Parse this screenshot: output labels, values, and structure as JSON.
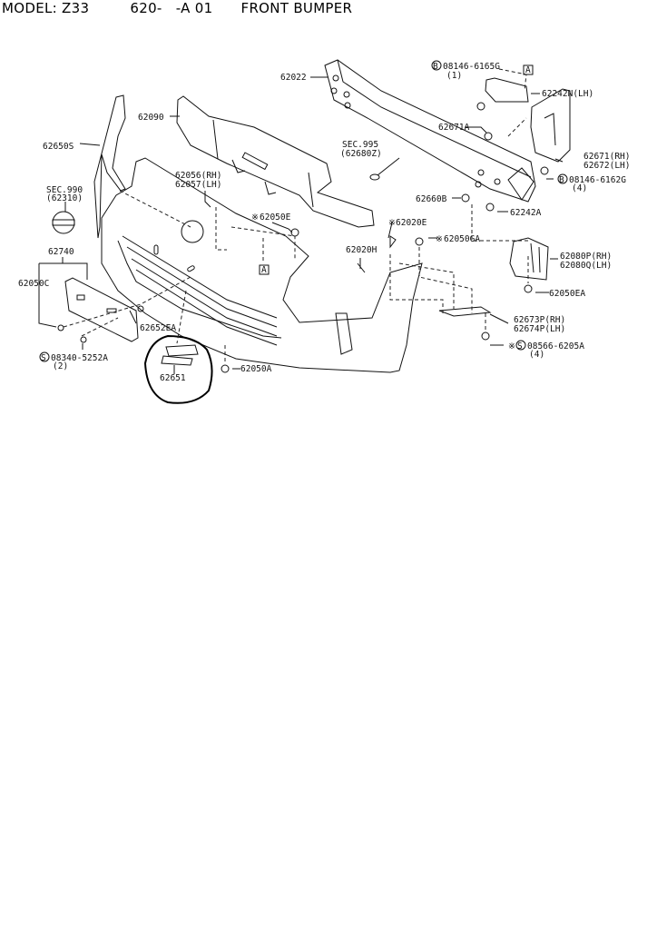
{
  "header": {
    "model": "MODEL: Z33",
    "section": "620-",
    "variant": "-A 01",
    "title": "FRONT BUMPER"
  },
  "ref_markers": {
    "ref_a": "A",
    "bolt_b": "B",
    "screw_s": "S",
    "asterisk": "※"
  },
  "parts": {
    "p62022": "62022",
    "p08146_6165G": "08146-6165G",
    "p08146_6165G_qty": "(1)",
    "p62242N": "62242N(LH)",
    "p62090": "62090",
    "p62671A": "62671A",
    "p62650S": "62650S",
    "sec995": "SEC.995",
    "sec995_ref": "(62680Z)",
    "p62671": "62671(RH)",
    "p62672": "62672(LH)",
    "p62056": "62056(RH)",
    "p62057": "62057(LH)",
    "p08146_6162G": "08146-6162G",
    "p08146_6162G_qty": "(4)",
    "sec990": "SEC.990",
    "sec990_ref": "(62310)",
    "p62660B": "62660B",
    "p62050E": "62050E",
    "p62242A": "62242A",
    "p62020E": "62020E",
    "p62740": "62740",
    "p62050GA": "62050GA",
    "p62020H": "62020H",
    "p62080P": "62080P(RH)",
    "p62080Q": "62080Q(LH)",
    "p62050C": "62050C",
    "p62050EA": "62050EA",
    "p62652EA": "62652EA",
    "p62673P": "62673P(RH)",
    "p62674P": "62674P(LH)",
    "p08340_5252A": "08340-5252A",
    "p08340_5252A_qty": "(2)",
    "p08566_6205A": "08566-6205A",
    "p08566_6205A_qty": "(4)",
    "p62651": "62651",
    "p62050A": "62050A"
  }
}
